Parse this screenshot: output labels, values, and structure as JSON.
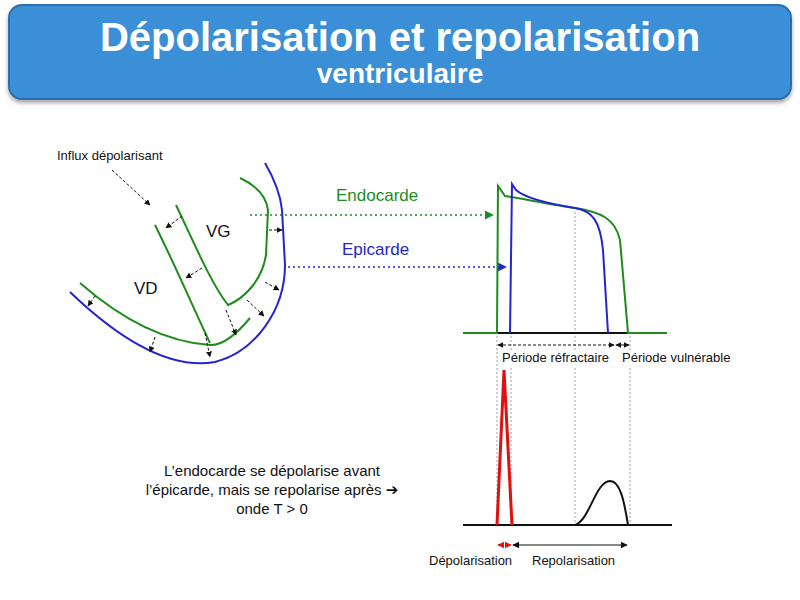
{
  "diagram": {
    "nodes": [
      {
        "text": [
          "Dépolarisation et repolarisation",
          "ventriculaire"
        ]
      }
    ],
    "labels": [
      "Influx dépolarisant",
      "VG",
      "VD",
      "Endocarde",
      "Epicarde",
      "Période réfractaire",
      "Période vulnérable",
      "L’endocarde se dépolarise avant l’épicarde, mais se repolarise après ➔ onde T > 0",
      "Dépolarisation",
      "Repolarisation"
    ]
  }
}
